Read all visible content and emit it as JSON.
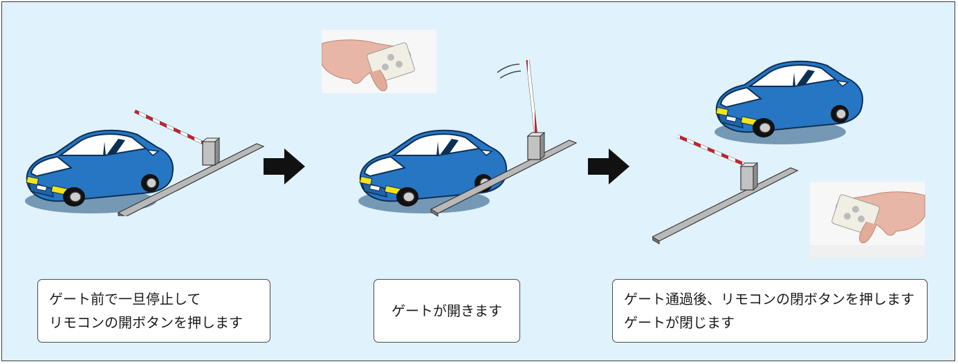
{
  "steps": [
    {
      "lines": [
        "ゲート前で一旦停止して",
        "リモコンの開ボタンを押します"
      ]
    },
    {
      "lines": [
        "ゲートが開きます"
      ]
    },
    {
      "lines": [
        "ゲート通過後、リモコンの閉ボタンを押します",
        "ゲートが閉じます"
      ]
    }
  ],
  "colors": {
    "background": "#e0f2fb",
    "car_body": "#2676c4",
    "barrier_red": "#c8202a",
    "arrow": "#111111"
  },
  "icons": [
    "car-icon",
    "gate-barrier-icon",
    "remote-hand-photo",
    "arrow-right-icon"
  ]
}
